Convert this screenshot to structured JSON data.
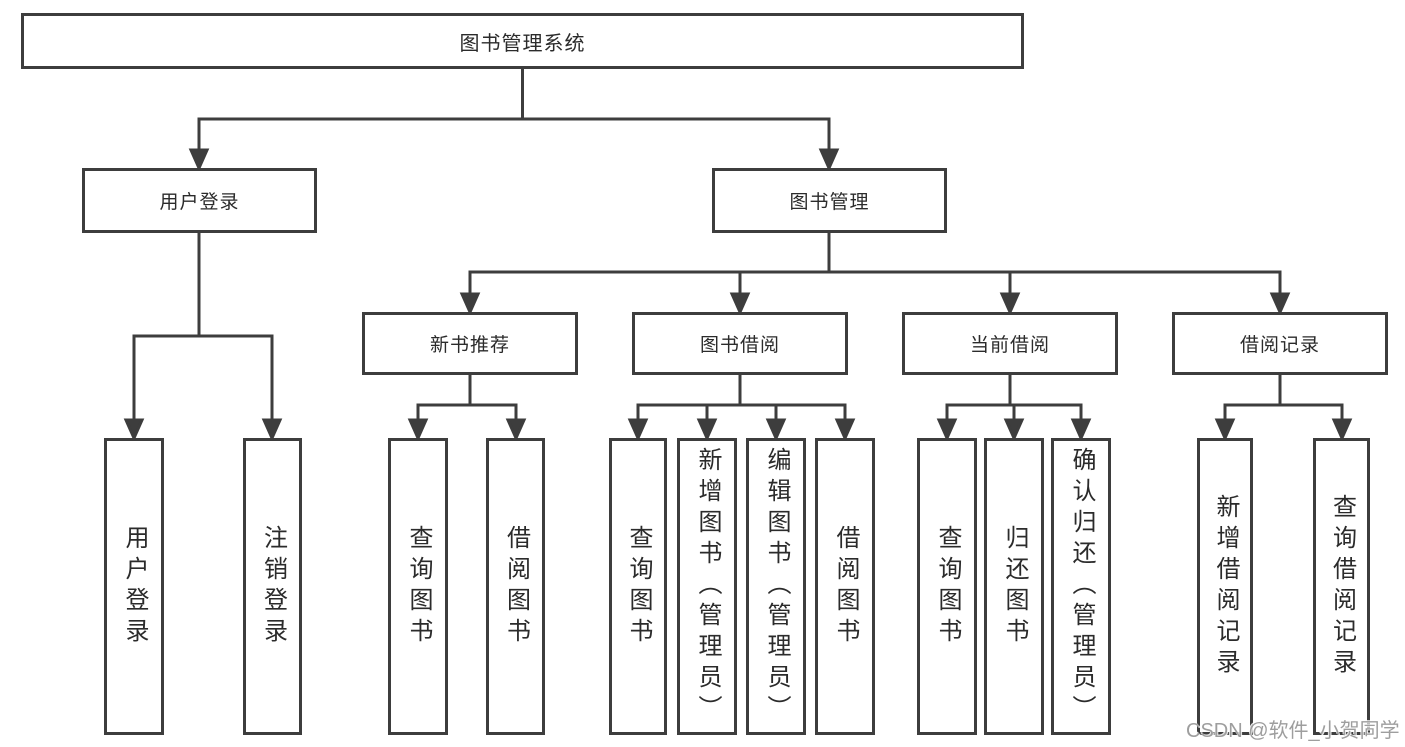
{
  "nodes": {
    "root": "图书管理系统",
    "user_login": "用户登录",
    "book_management": "图书管理",
    "new_book_recommend": "新书推荐",
    "book_borrowing": "图书借阅",
    "current_borrowing": "当前借阅",
    "borrowing_records": "借阅记录"
  },
  "leaves": {
    "user_login": [
      "用户登录",
      "注销登录"
    ],
    "new_book_recommend": [
      "查询图书",
      "借阅图书"
    ],
    "book_borrowing": [
      "查询图书",
      "新增图书（管理员）",
      "编辑图书（管理员）",
      "借阅图书"
    ],
    "current_borrowing": [
      "查询图书",
      "归还图书",
      "确认归还（管理员）"
    ],
    "borrowing_records": [
      "新增借阅记录",
      "查询借阅记录"
    ]
  },
  "watermark": "CSDN @软件_小贺同学",
  "colors": {
    "line": "#3d3d3d",
    "text": "#2b2b2b",
    "watermark": "#9e9e9e",
    "background": "#ffffff"
  }
}
